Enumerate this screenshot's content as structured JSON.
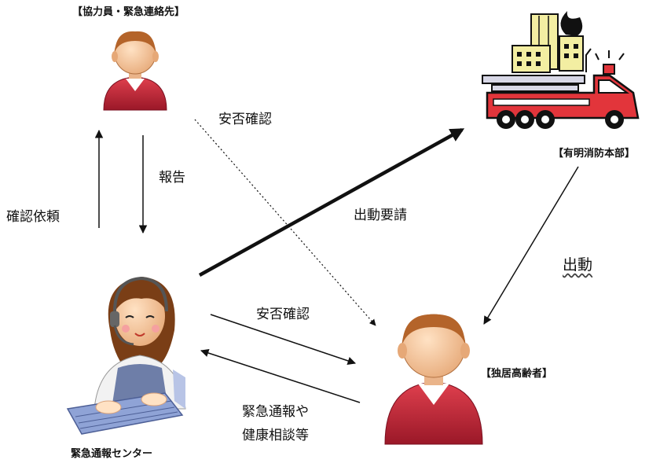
{
  "labels": {
    "contact_person": "【協力員・緊急連絡先】",
    "fire_dept": "【有明消防本部】",
    "elderly": "【独居高齢者】",
    "center": "緊急通報センター",
    "report": "報告",
    "confirm_request": "確認依頼",
    "safety_check_top": "安否確認",
    "dispatch_request": "出動要請",
    "dispatch": "出動",
    "safety_check_mid": "安否確認",
    "emergency_call_line1": "緊急通報や",
    "emergency_call_line2": "健康相談等"
  },
  "colors": {
    "shirt_red": "#c8283a",
    "skin": "#f2c49a",
    "hair": "#b4642a",
    "truck_red": "#e2353b",
    "building_yellow": "#f3eea2",
    "operator_vest": "#6e7ea8",
    "keyboard": "#8fa3d6"
  },
  "icons": [
    "person-icon",
    "fire-truck-icon",
    "burning-building-icon",
    "operator-icon"
  ]
}
